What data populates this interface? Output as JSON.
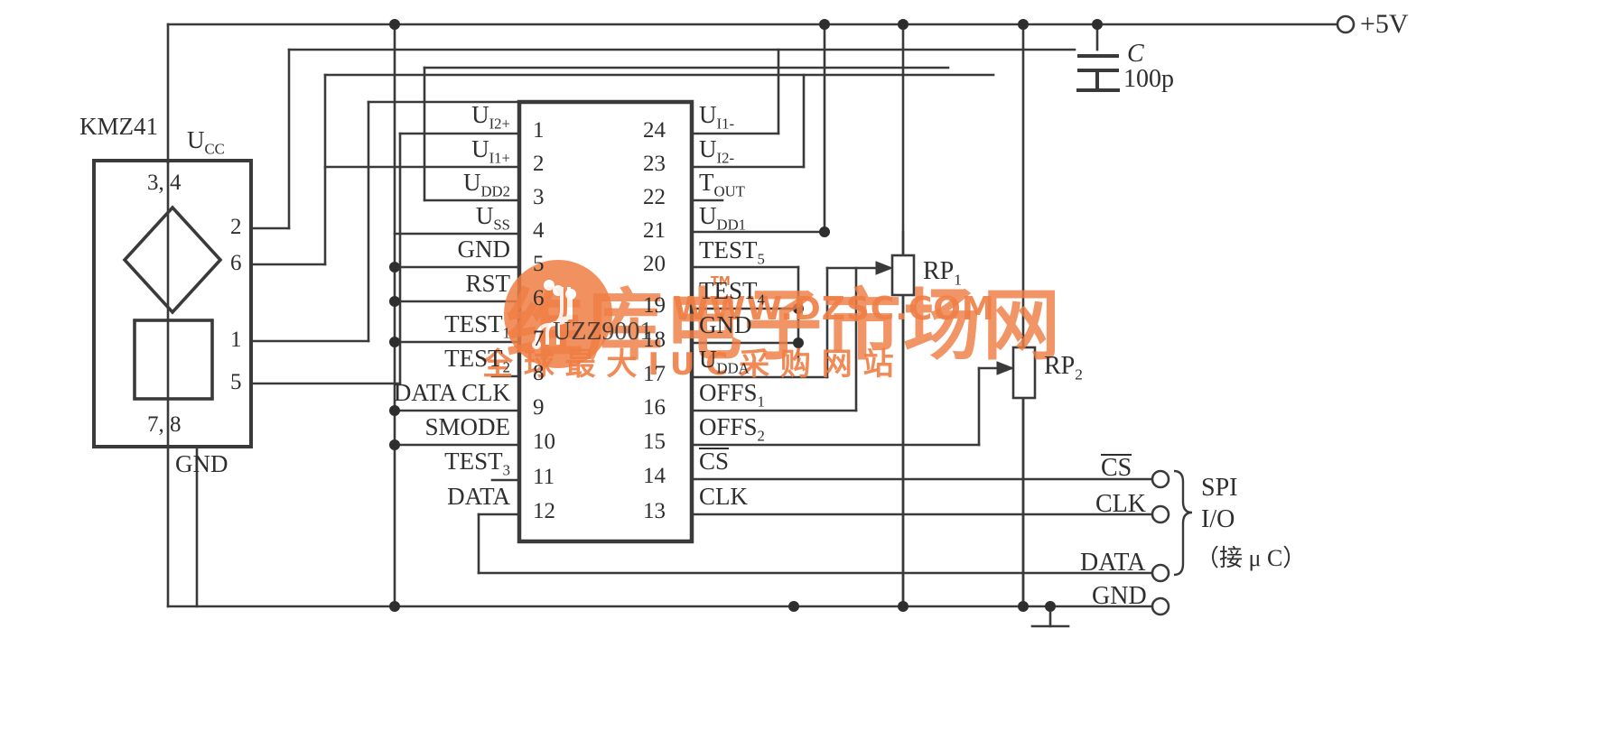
{
  "diagram": {
    "title_chip": "UZZ9001",
    "sensor": {
      "name": "KMZ41",
      "vcc_label": "U",
      "vcc_sub": "CC",
      "gnd_label": "GND",
      "top_pins": "3, 4",
      "bottom_pins": "7, 8",
      "right_pins": [
        "2",
        "6",
        "1",
        "5"
      ]
    },
    "ic": {
      "part": "UZZ9001",
      "left_pins": [
        {
          "num": "1",
          "label": "U",
          "sub": "I2+"
        },
        {
          "num": "2",
          "label": "U",
          "sub": "I1+"
        },
        {
          "num": "3",
          "label": "U",
          "sub": "DD2"
        },
        {
          "num": "4",
          "label": "U",
          "sub": "SS"
        },
        {
          "num": "5",
          "label": "GND",
          "sub": ""
        },
        {
          "num": "6",
          "label": "RST",
          "sub": ""
        },
        {
          "num": "7",
          "label": "TEST",
          "sub": "1"
        },
        {
          "num": "8",
          "label": "TEST",
          "sub": "2"
        },
        {
          "num": "9",
          "label": "DATA CLK",
          "sub": ""
        },
        {
          "num": "10",
          "label": "SMODE",
          "sub": ""
        },
        {
          "num": "11",
          "label": "TEST",
          "sub": "3"
        },
        {
          "num": "12",
          "label": "DATA",
          "sub": ""
        }
      ],
      "right_pins": [
        {
          "num": "24",
          "label": "U",
          "sub": "I1-",
          "overline": false
        },
        {
          "num": "23",
          "label": "U",
          "sub": "I2-",
          "overline": false
        },
        {
          "num": "22",
          "label": "T",
          "sub": "OUT",
          "overline": false
        },
        {
          "num": "21",
          "label": "U",
          "sub": "DD1",
          "overline": false
        },
        {
          "num": "20",
          "label": "TEST",
          "sub": "5",
          "overline": false
        },
        {
          "num": "19",
          "label": "TEST",
          "sub": "4",
          "overline": false
        },
        {
          "num": "18",
          "label": "GND",
          "sub": "",
          "overline": false
        },
        {
          "num": "17",
          "label": "U",
          "sub": "DDA",
          "overline": false
        },
        {
          "num": "16",
          "label": "OFFS",
          "sub": "1",
          "overline": false
        },
        {
          "num": "15",
          "label": "OFFS",
          "sub": "2",
          "overline": false
        },
        {
          "num": "14",
          "label": "CS",
          "sub": "",
          "overline": true
        },
        {
          "num": "13",
          "label": "CLK",
          "sub": "",
          "overline": false
        }
      ]
    },
    "components": {
      "capacitor": {
        "ref": "C",
        "value": "100p"
      },
      "rp1": {
        "ref": "RP",
        "sub": "1"
      },
      "rp2": {
        "ref": "RP",
        "sub": "2"
      }
    },
    "terminals": {
      "supply": "+5V",
      "cs": "CS",
      "clk": "CLK",
      "data": "DATA",
      "gnd": "GND"
    },
    "bus_note": {
      "line1": "SPI",
      "line2": "I/O",
      "line3": "（接 μ C）"
    },
    "watermark": {
      "main": "维库电子市场网",
      "url": "WWW.DZSC.COM",
      "tagline": "全 球 最 大 I U C 采 购 网 站",
      "tm": "TM",
      "color": "#ef7e45"
    }
  }
}
